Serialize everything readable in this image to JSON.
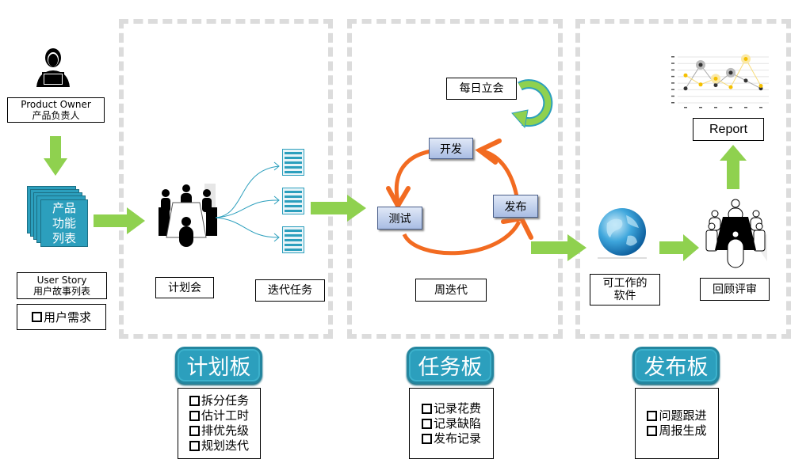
{
  "panels": [
    {
      "name": "planning"
    },
    {
      "name": "iteration"
    },
    {
      "name": "release"
    }
  ],
  "product_owner": {
    "line1": "Product Owner",
    "line2": "产品负责人"
  },
  "backlog_stack": {
    "line1": "产品",
    "line2": "功能",
    "line3": "列表"
  },
  "user_story": {
    "line1": "User Story",
    "line2": "用户故事列表"
  },
  "user_needs": {
    "label": "用户需求"
  },
  "planning_meeting": {
    "label": "计划会"
  },
  "iteration_tasks": {
    "label": "迭代任务"
  },
  "daily_standup": {
    "label": "每日立会"
  },
  "cycle": {
    "develop": "开发",
    "test": "测试",
    "release": "发布"
  },
  "weekly_iteration": {
    "label": "周迭代"
  },
  "working_software": {
    "line1": "可工作的",
    "line2": "软件"
  },
  "retrospective": {
    "label": "回顾评审"
  },
  "report": {
    "label": "Report"
  },
  "boards": [
    {
      "title": "计划板",
      "items": [
        "拆分任务",
        "估计工时",
        "排优先级",
        "规划迭代"
      ]
    },
    {
      "title": "任务板",
      "items": [
        "记录花费",
        "记录缺陷",
        "发布记录"
      ]
    },
    {
      "title": "发布板",
      "items": [
        "问题跟进",
        "周报生成"
      ]
    }
  ],
  "colors": {
    "arrow_green": "#8fd14f",
    "teal": "#2c9fbd",
    "cycle_orange": "#f26b21",
    "panel_border": "#dcdcdc"
  },
  "report_chart": {
    "series": [
      {
        "name": "dark",
        "color": "#333333",
        "values": [
          4.2,
          7.8,
          4.7,
          6.6,
          5.4,
          4.2
        ]
      },
      {
        "name": "yellow",
        "color": "#f5c000",
        "values": [
          6.2,
          4.8,
          5.7,
          4.4,
          8.7,
          4.6
        ]
      }
    ]
  }
}
